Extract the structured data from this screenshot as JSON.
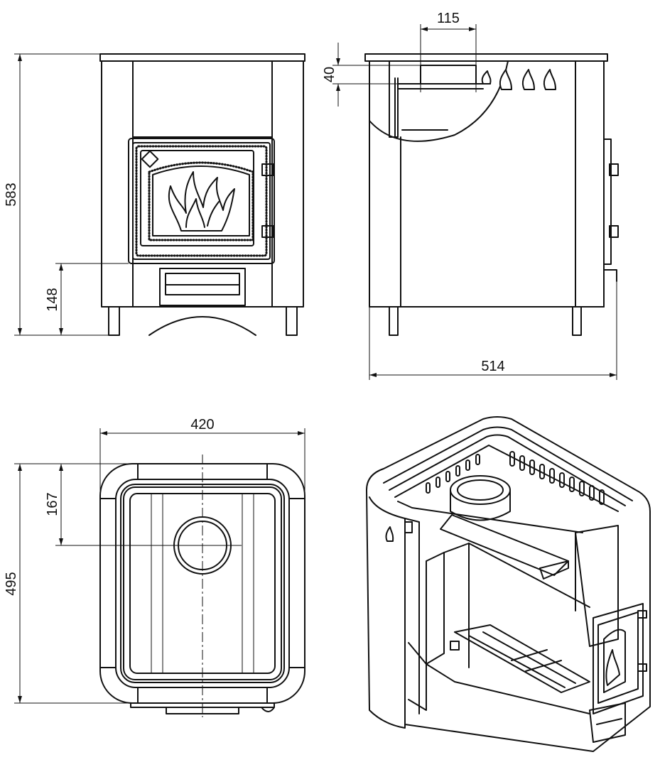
{
  "dimensions": {
    "height_total": "583",
    "door_bottom_height": "148",
    "top_stone_width": "115",
    "top_stone_depth": "40",
    "depth_total": "514",
    "width_total": "420",
    "plan_depth_total": "495",
    "chimney_offset": "167"
  }
}
